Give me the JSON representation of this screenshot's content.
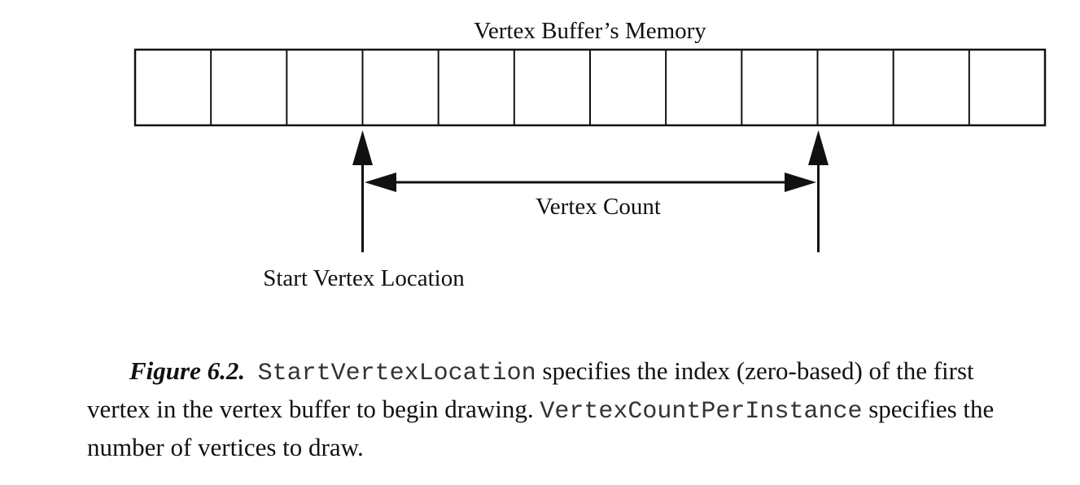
{
  "diagram": {
    "buffer_title": "Vertex Buffer’s Memory",
    "cell_count": 12,
    "vertex_count_label": "Vertex Count",
    "start_label": "Start Vertex Location"
  },
  "caption": {
    "figure_label": "Figure 6.2.",
    "code1": "StartVertexLocation",
    "text1": " specifies the index (zero-based) of the first vertex in the vertex buffer to begin drawing. ",
    "code2": "VertexCountPerInstance",
    "text2": " specifies the number of vertices to draw."
  }
}
